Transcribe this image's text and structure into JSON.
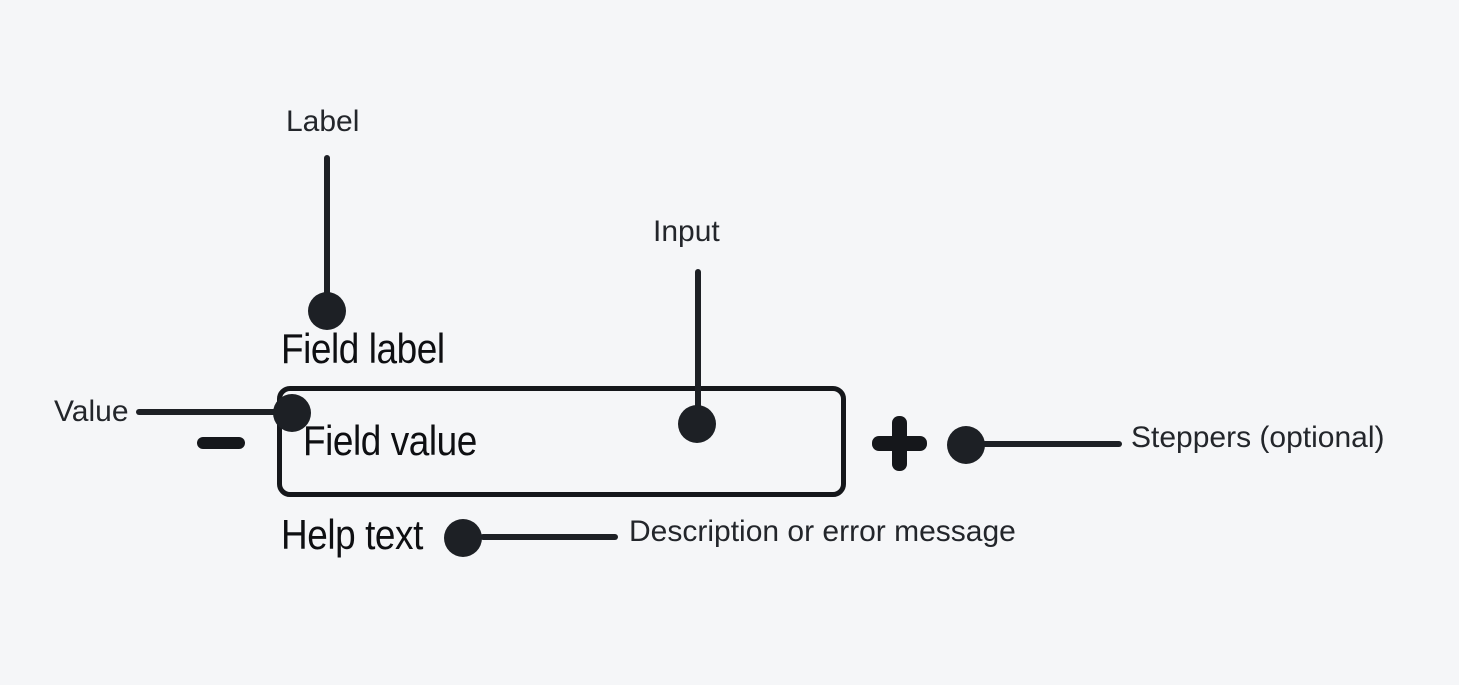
{
  "canvas": {
    "background": "#f5f6f8",
    "ink": "#1d2025",
    "component_ink": "#15171b"
  },
  "annotations": {
    "label": "Label",
    "input": "Input",
    "value": "Value",
    "steppers": "Steppers (optional)",
    "description": "Description or error message"
  },
  "component": {
    "field_label": "Field label",
    "field_value": "Field value",
    "help_text": "Help text"
  }
}
